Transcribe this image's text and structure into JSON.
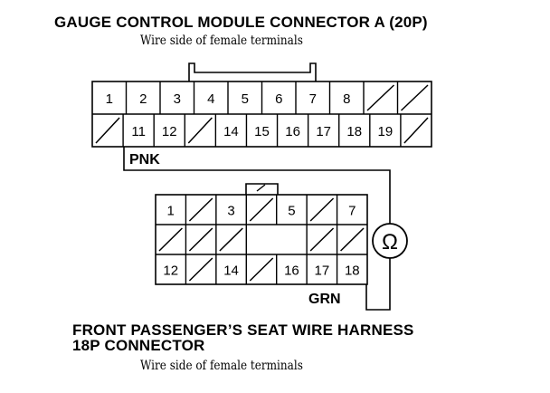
{
  "connector_a": {
    "title": "GAUGE CONTROL MODULE CONNECTOR A (20P)",
    "subtitle": "Wire side of female terminals",
    "rows": [
      [
        "1",
        "2",
        "3",
        "4",
        "5",
        "6",
        "7",
        "8",
        "/",
        "/"
      ],
      [
        "/",
        "11",
        "12",
        "/",
        "14",
        "15",
        "16",
        "17",
        "18",
        "19",
        "/"
      ]
    ],
    "wire_label": "PNK"
  },
  "connector_b": {
    "title_line1": "FRONT PASSENGER’S SEAT WIRE HARNESS",
    "title_line2": "18P CONNECTOR",
    "subtitle": "Wire side of female terminals",
    "rows": [
      [
        "1",
        "/",
        "3",
        "/",
        "5",
        "/",
        "7"
      ],
      [
        "/",
        "/",
        "/",
        "",
        "",
        "/",
        "/"
      ],
      [
        "12",
        "/",
        "14",
        "/",
        "16",
        "17",
        "18"
      ]
    ],
    "wire_label": "GRN"
  },
  "meter": {
    "symbol": "Ω",
    "icon": "ohmmeter-icon"
  }
}
